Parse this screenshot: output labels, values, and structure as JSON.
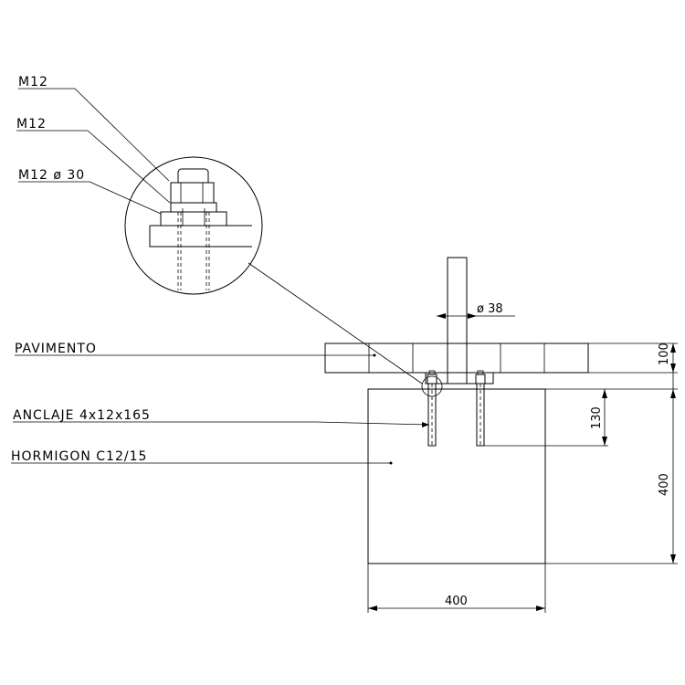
{
  "labels": {
    "m12_nut_top": "M12",
    "m12_nut_lower": "M12",
    "m12_washer": "M12 ø 30",
    "pavimento": "PAVIMENTO",
    "anclaje": "ANCLAJE  4x12x165",
    "hormigon": "HORMIGON  C12/15",
    "post_diameter": "ø 38"
  },
  "dimensions": {
    "pavement_thickness": "100",
    "anchor_depth": "130",
    "block_height": "400",
    "block_width": "400"
  },
  "colors": {
    "line": "#000000",
    "background": "#ffffff"
  }
}
